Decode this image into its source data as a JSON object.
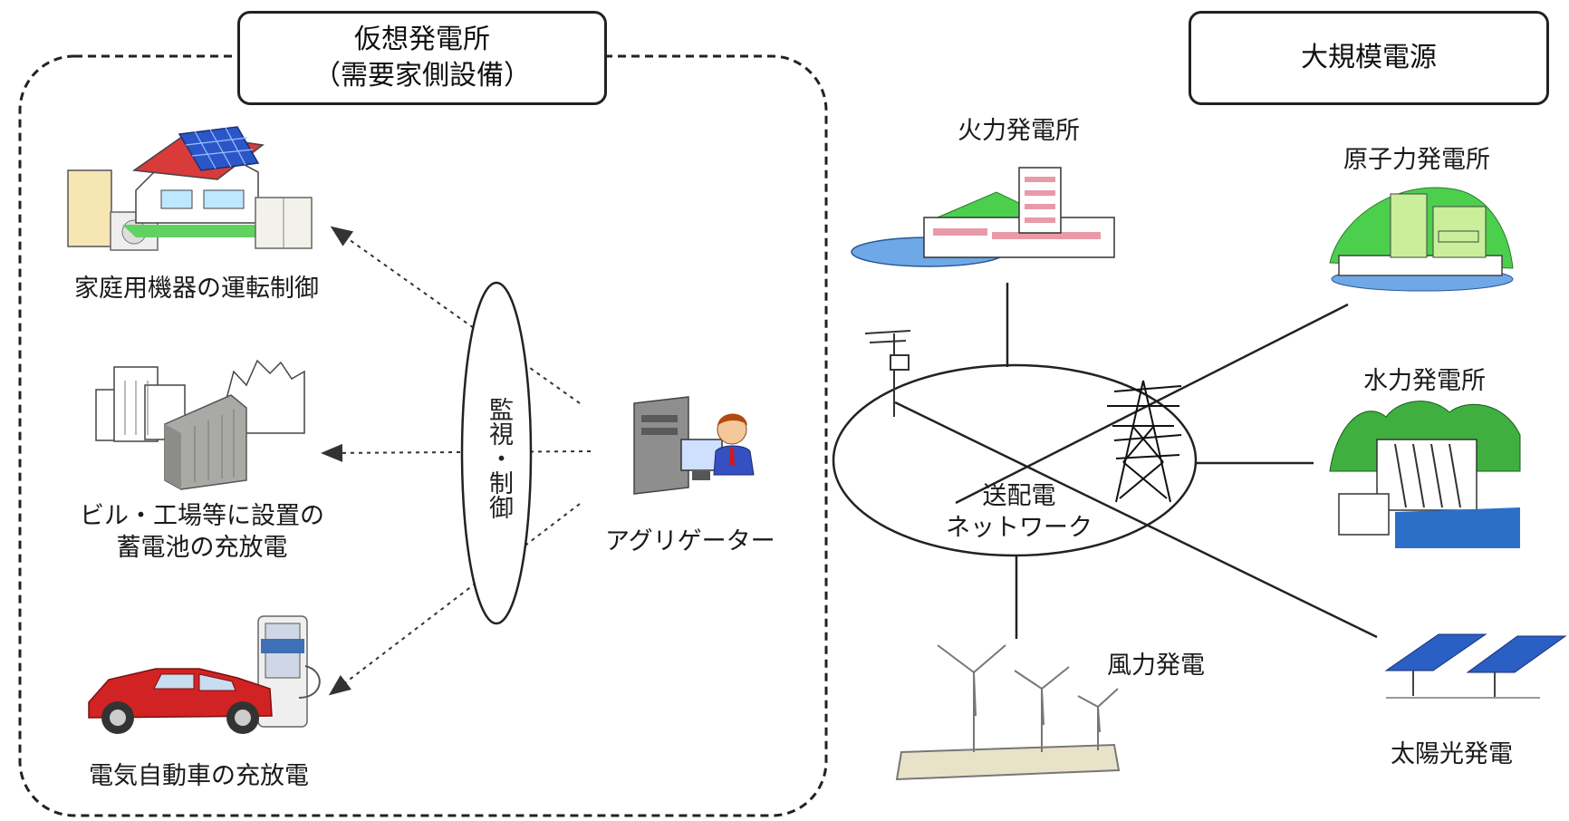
{
  "vpp": {
    "title_line1": "仮想発電所",
    "title_line2": "（需要家側設備）",
    "monitor_label": "監視・制御",
    "aggregator_label": "アグリゲーター",
    "items": {
      "home": "家庭用機器の運転制御",
      "building_line1": "ビル・工場等に設置の",
      "building_line2": "蓄電池の充放電",
      "ev": "電気自動車の充放電"
    }
  },
  "large_scale": {
    "title": "大規模電源",
    "network_line1": "送配電",
    "network_line2": "ネットワーク",
    "plants": {
      "thermal": "火力発電所",
      "nuclear": "原子力発電所",
      "hydro": "水力発電所",
      "wind": "風力発電",
      "solar": "太陽光発電"
    }
  }
}
